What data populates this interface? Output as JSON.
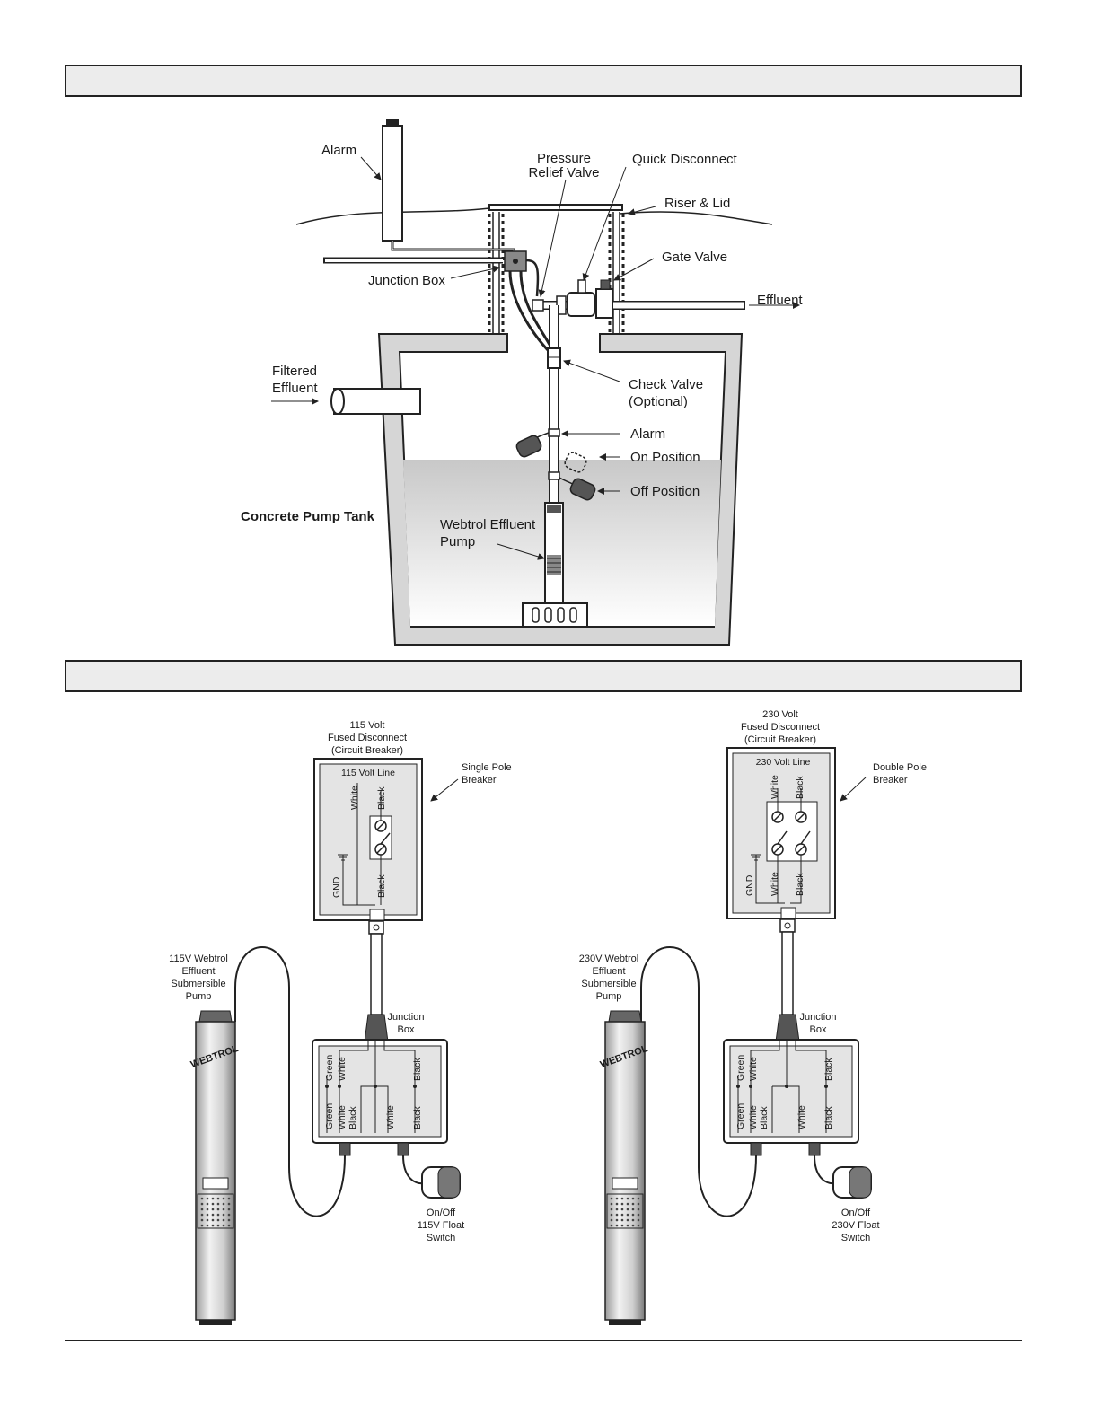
{
  "section1": {
    "band_title": "",
    "labels": {
      "alarm_top": "Alarm",
      "pressure_relief": [
        "Pressure",
        "Relief Valve"
      ],
      "quick_disconnect": "Quick Disconnect",
      "riser_lid": "Riser & Lid",
      "gate_valve": "Gate Valve",
      "junction_box": "Junction Box",
      "effluent": "Effluent",
      "filtered_effluent": [
        "Filtered",
        "Effluent"
      ],
      "check_valve": [
        "Check Valve",
        "(Optional)"
      ],
      "alarm_float": "Alarm",
      "on_position": "On Position",
      "off_position": "Off Position",
      "tank": "Concrete Pump Tank",
      "pump": [
        "Webtrol Effluent",
        "Pump"
      ]
    }
  },
  "section2": {
    "band_title": "",
    "left": {
      "disconnect_title": [
        "115 Volt",
        "Fused Disconnect",
        "(Circuit Breaker)"
      ],
      "line_label": "115 Volt Line",
      "breaker_label": [
        "Single Pole",
        "Breaker"
      ],
      "wire_top_white": "White",
      "wire_top_black": "Black",
      "wire_bottom_black": "Black",
      "gnd": "GND",
      "pump_label": [
        "115V Webtrol",
        "Effluent",
        "Submersible",
        "Pump"
      ],
      "junction_label": [
        "Junction",
        "Box"
      ],
      "jb_wires_top": [
        "Green",
        "White",
        "Black"
      ],
      "jb_wires_bottom": [
        "Green",
        "White",
        "Black",
        "White",
        "Black"
      ],
      "float_label": [
        "On/Off",
        "115V Float",
        "Switch"
      ],
      "brand": "WEBTROL"
    },
    "right": {
      "disconnect_title": [
        "230 Volt",
        "Fused Disconnect",
        "(Circuit Breaker)"
      ],
      "line_label": "230 Volt Line",
      "breaker_label": [
        "Double Pole",
        "Breaker"
      ],
      "wire_top_white": "White",
      "wire_top_black": "Black",
      "wire_bottom_white": "White",
      "wire_bottom_black": "Black",
      "gnd": "GND",
      "pump_label": [
        "230V Webtrol",
        "Effluent",
        "Submersible",
        "Pump"
      ],
      "junction_label": [
        "Junction",
        "Box"
      ],
      "jb_wires_top": [
        "Green",
        "White",
        "Black"
      ],
      "jb_wires_bottom": [
        "Green",
        "White",
        "Black",
        "White",
        "Black"
      ],
      "float_label": [
        "On/Off",
        "230V Float",
        "Switch"
      ],
      "brand": "WEBTROL"
    }
  }
}
